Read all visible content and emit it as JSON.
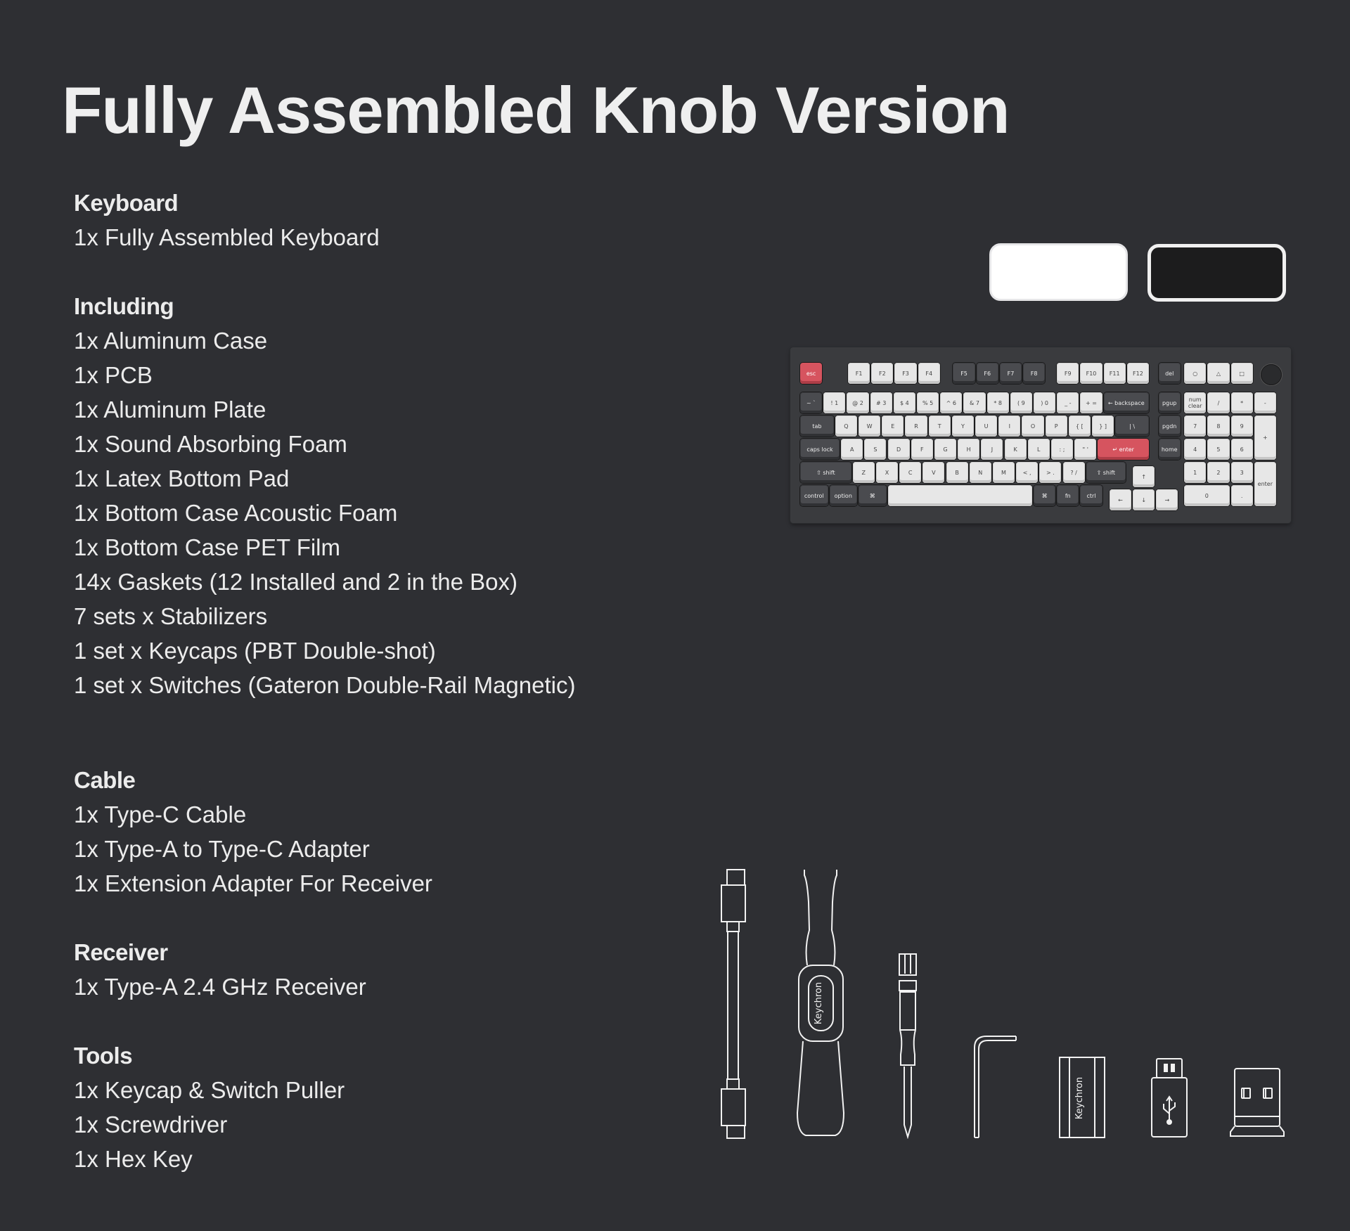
{
  "page": {
    "title": "Fully Assembled Knob Version"
  },
  "sections_top": [
    {
      "heading": "Keyboard",
      "items": [
        "1x Fully Assembled Keyboard"
      ]
    },
    {
      "heading": "Including",
      "items": [
        "1x Aluminum Case",
        "1x PCB",
        "1x Aluminum Plate",
        "1x Sound Absorbing Foam",
        "1x Latex Bottom Pad",
        "1x Bottom Case Acoustic Foam",
        "1x Bottom Case PET Film",
        "14x Gaskets (12 Installed and 2 in the Box)",
        "7 sets x Stabilizers",
        "1 set x Keycaps (PBT Double-shot)",
        "1 set x Switches (Gateron Double-Rail Magnetic)"
      ]
    }
  ],
  "sections_bottom": [
    {
      "heading": "Cable",
      "items": [
        "1x Type-C Cable",
        "1x Type-A to Type-C Adapter",
        "1x Extension Adapter For Receiver"
      ]
    },
    {
      "heading": "Receiver",
      "items": [
        "1x Type-A 2.4 GHz Receiver"
      ]
    },
    {
      "heading": "Tools",
      "items": [
        "1x Keycap & Switch Puller",
        "1x Screwdriver",
        "1x Hex Key"
      ]
    }
  ],
  "color_swatches": [
    {
      "name": "white",
      "color": "#ffffff"
    },
    {
      "name": "black",
      "color": "#1c1c1d"
    }
  ],
  "colors": {
    "background": "#2e2f33",
    "text": "#ececec",
    "accent_key": "#d6545f",
    "light_key": "#e7e7e7",
    "dark_key": "#4a4b4f"
  },
  "keyboard": {
    "row_fn": [
      "esc",
      "F1",
      "F2",
      "F3",
      "F4",
      "F5",
      "F6",
      "F7",
      "F8",
      "F9",
      "F10",
      "F11",
      "F12",
      "del",
      "○",
      "△",
      "□"
    ],
    "row_num": [
      "~ `",
      "! 1",
      "@ 2",
      "# 3",
      "$ 4",
      "% 5",
      "^ 6",
      "& 7",
      "* 8",
      "( 9",
      ") 0",
      "_ -",
      "+ =",
      "← backspace",
      "pgup",
      "num clear",
      "/",
      "*",
      "-"
    ],
    "row_tab": [
      "tab",
      "Q",
      "W",
      "E",
      "R",
      "T",
      "Y",
      "U",
      "I",
      "O",
      "P",
      "{ [",
      "} ]",
      "| \\",
      "pgdn",
      "7",
      "8",
      "9",
      "+"
    ],
    "row_caps": [
      "caps lock",
      "A",
      "S",
      "D",
      "F",
      "G",
      "H",
      "J",
      "K",
      "L",
      ": ;",
      "\" '",
      "↵ enter",
      "home",
      "4",
      "5",
      "6"
    ],
    "row_shift": [
      "⇧ shift",
      "Z",
      "X",
      "C",
      "V",
      "B",
      "N",
      "M",
      "< ,",
      "> .",
      "? /",
      "⇧ shift",
      "↑",
      "1",
      "2",
      "3",
      "enter"
    ],
    "row_bottom": [
      "control",
      "option",
      "⌘",
      "",
      "⌘",
      "fn",
      "ctrl",
      "←",
      "↓",
      "→",
      "0",
      "."
    ]
  },
  "tool_icons": [
    {
      "name": "type-c-cable-icon"
    },
    {
      "name": "keycap-switch-puller-icon",
      "label": "Keychron"
    },
    {
      "name": "screwdriver-icon"
    },
    {
      "name": "hex-key-icon"
    },
    {
      "name": "extension-adapter-icon",
      "label": "Keychron"
    },
    {
      "name": "type-a-adapter-icon"
    },
    {
      "name": "receiver-icon"
    }
  ]
}
